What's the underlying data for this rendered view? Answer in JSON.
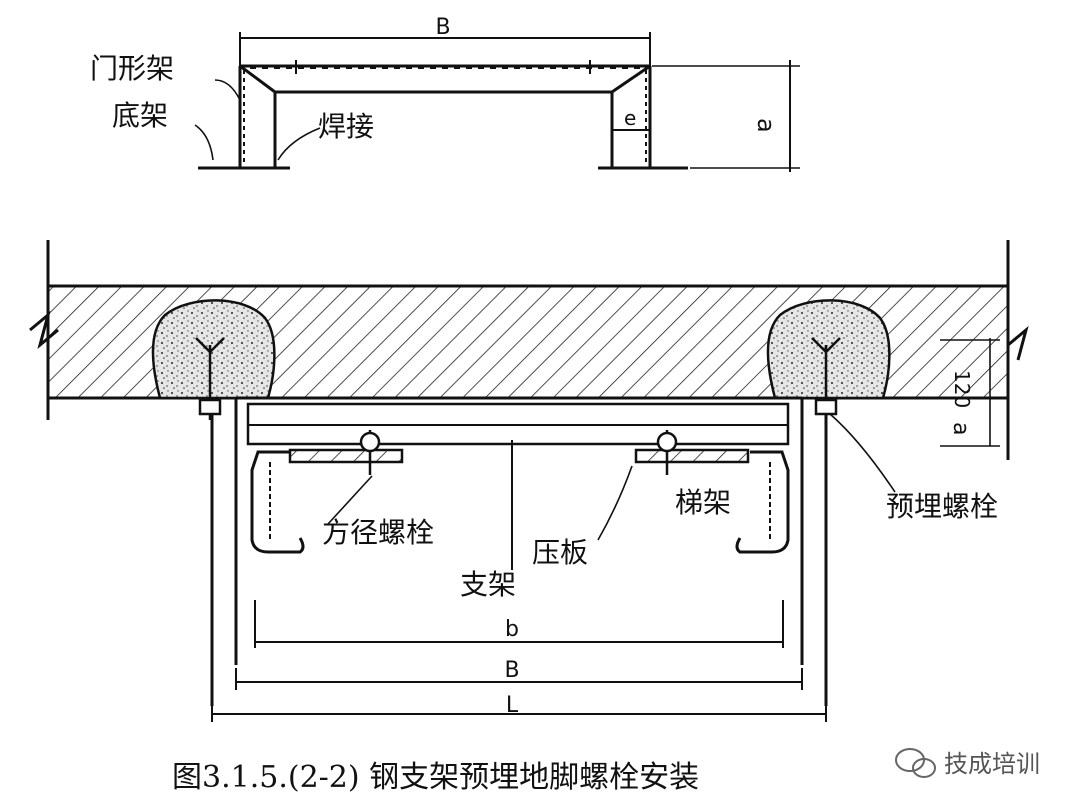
{
  "labels": {
    "top_width": "B",
    "door_frame": "门形架",
    "base_frame": "底架",
    "weld": "焊接",
    "top_height": "a",
    "top_e": "e",
    "dim_120": "120",
    "dim_a": "a",
    "square_bolt": "方径螺栓",
    "ladder_rack": "梯架",
    "embedded_bolt": "预埋螺栓",
    "press_plate": "压板",
    "bracket": "支架",
    "dim_b_small": "b",
    "dim_B": "B",
    "dim_L": "L"
  },
  "caption": "图3.1.5.(2-2) 钢支架预埋地脚螺栓安装",
  "watermark": "技成培训",
  "colors": {
    "ink": "#111111",
    "hatch": "#222222",
    "concrete_fill": "#e6e6e6",
    "background": "#ffffff"
  }
}
